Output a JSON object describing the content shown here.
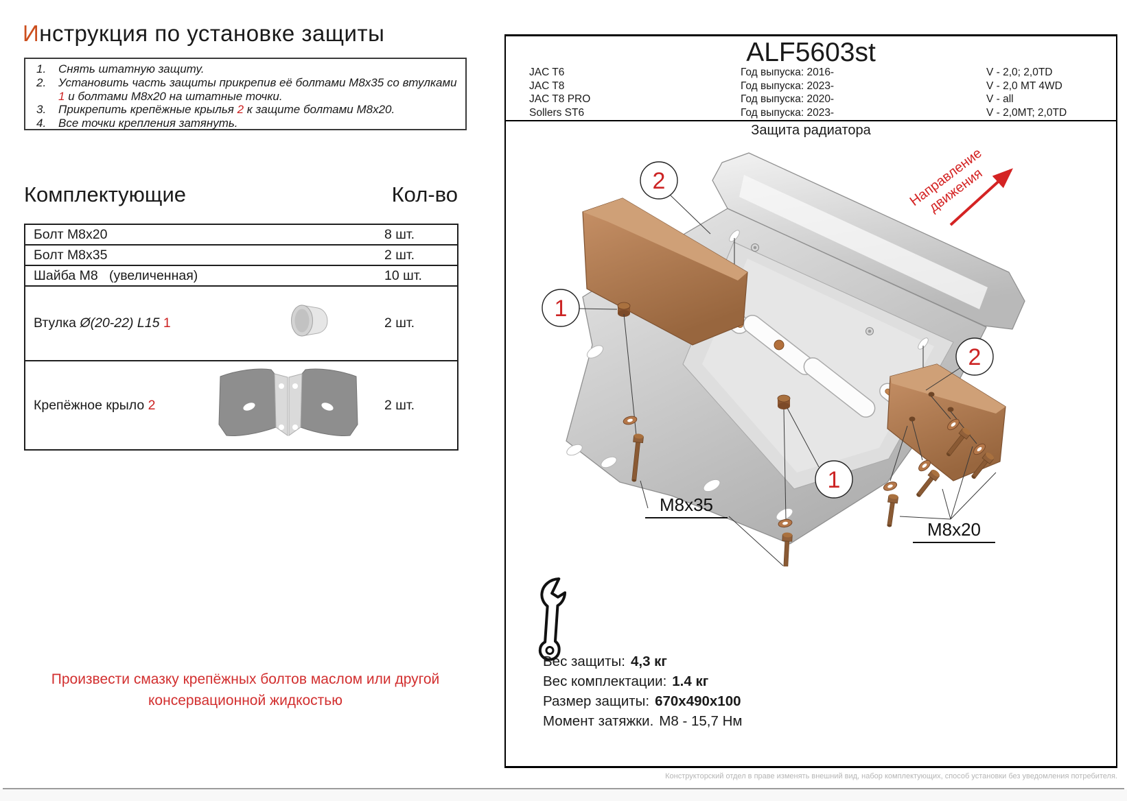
{
  "header": {
    "title_first": "И",
    "title_rest": "нструкция по установке защиты"
  },
  "instructions": [
    {
      "num": "1.",
      "a": "Снять штатную защиту.",
      "red": "",
      "b": ""
    },
    {
      "num": "2.",
      "a": "Установить часть защиты прикрепив её болтами М8х35 со втулками ",
      "red": "1",
      "b": " и болтами М8х20 на штатные точки."
    },
    {
      "num": "3.",
      "a": "Прикрепить крепёжные крылья ",
      "red": "2",
      "b": " к защите болтами М8х20."
    },
    {
      "num": "4.",
      "a": "Все точки крепления затянуть.",
      "red": "",
      "b": ""
    }
  ],
  "components": {
    "title": "Комплектующие",
    "qty_header": "Кол-во",
    "rows": [
      {
        "name": "Болт М8х20",
        "qty": "8 шт."
      },
      {
        "name": "Болт М8х35",
        "qty": "2 шт."
      },
      {
        "name": "Шайба М8",
        "name2": "(увеличенная)",
        "qty": "10 шт."
      },
      {
        "name": "Втулка ",
        "name_italic": "Ø(20-22) L15",
        "red": "1",
        "qty": "2 шт.",
        "image": "bushing-cylinder"
      },
      {
        "name": "Крепёжное крыло ",
        "red": "2",
        "qty": "2 шт.",
        "image": "mounting-wings"
      }
    ]
  },
  "warning": {
    "line1": "Произвести смазку крепёжных болтов маслом или другой",
    "line2": "консервационной жидкостью"
  },
  "panel": {
    "part_number": "ALF5603st",
    "vehicles": [
      {
        "model": "JAC T6",
        "year_label": "Год выпуска:",
        "year": "2016-",
        "variant": "V - 2,0; 2,0TD"
      },
      {
        "model": "JAC T8",
        "year_label": "Год выпуска:",
        "year": "2023-",
        "variant": "V - 2,0 MT 4WD"
      },
      {
        "model": "JAC T8 PRO",
        "year_label": "Год выпуска:",
        "year": "2020-",
        "variant": "V - all"
      },
      {
        "model": "Sollers ST6",
        "year_label": "Год выпуска:",
        "year": "2023-",
        "variant": "V - 2,0MT; 2,0TD"
      }
    ],
    "drawing_title": "Защита радиатора",
    "direction_line1": "Направление",
    "direction_line2": "движения",
    "callouts": {
      "c1": "1",
      "c2": "2"
    },
    "bolt_labels": {
      "m8x35": "M8x35",
      "m8x20": "M8x20"
    },
    "specs": [
      {
        "label": "Вес защиты:",
        "value": "4,3 кг"
      },
      {
        "label": "Вес комплектации:",
        "value": "1.4 кг"
      },
      {
        "label": "Размер защиты:",
        "value": "670х490х100"
      },
      {
        "label": "Момент затяжки.",
        "value": "М8 - 15,7 Нм"
      }
    ],
    "footnote": "Конструкторский отдел в праве изменять внешний вид, набор комплектующих, способ установки без уведомления потребителя."
  },
  "colors": {
    "accent_red": "#cc2222",
    "title_orange": "#cc4f1e",
    "copper": "#b5784a",
    "plate_gray": "#c9c9c9"
  }
}
